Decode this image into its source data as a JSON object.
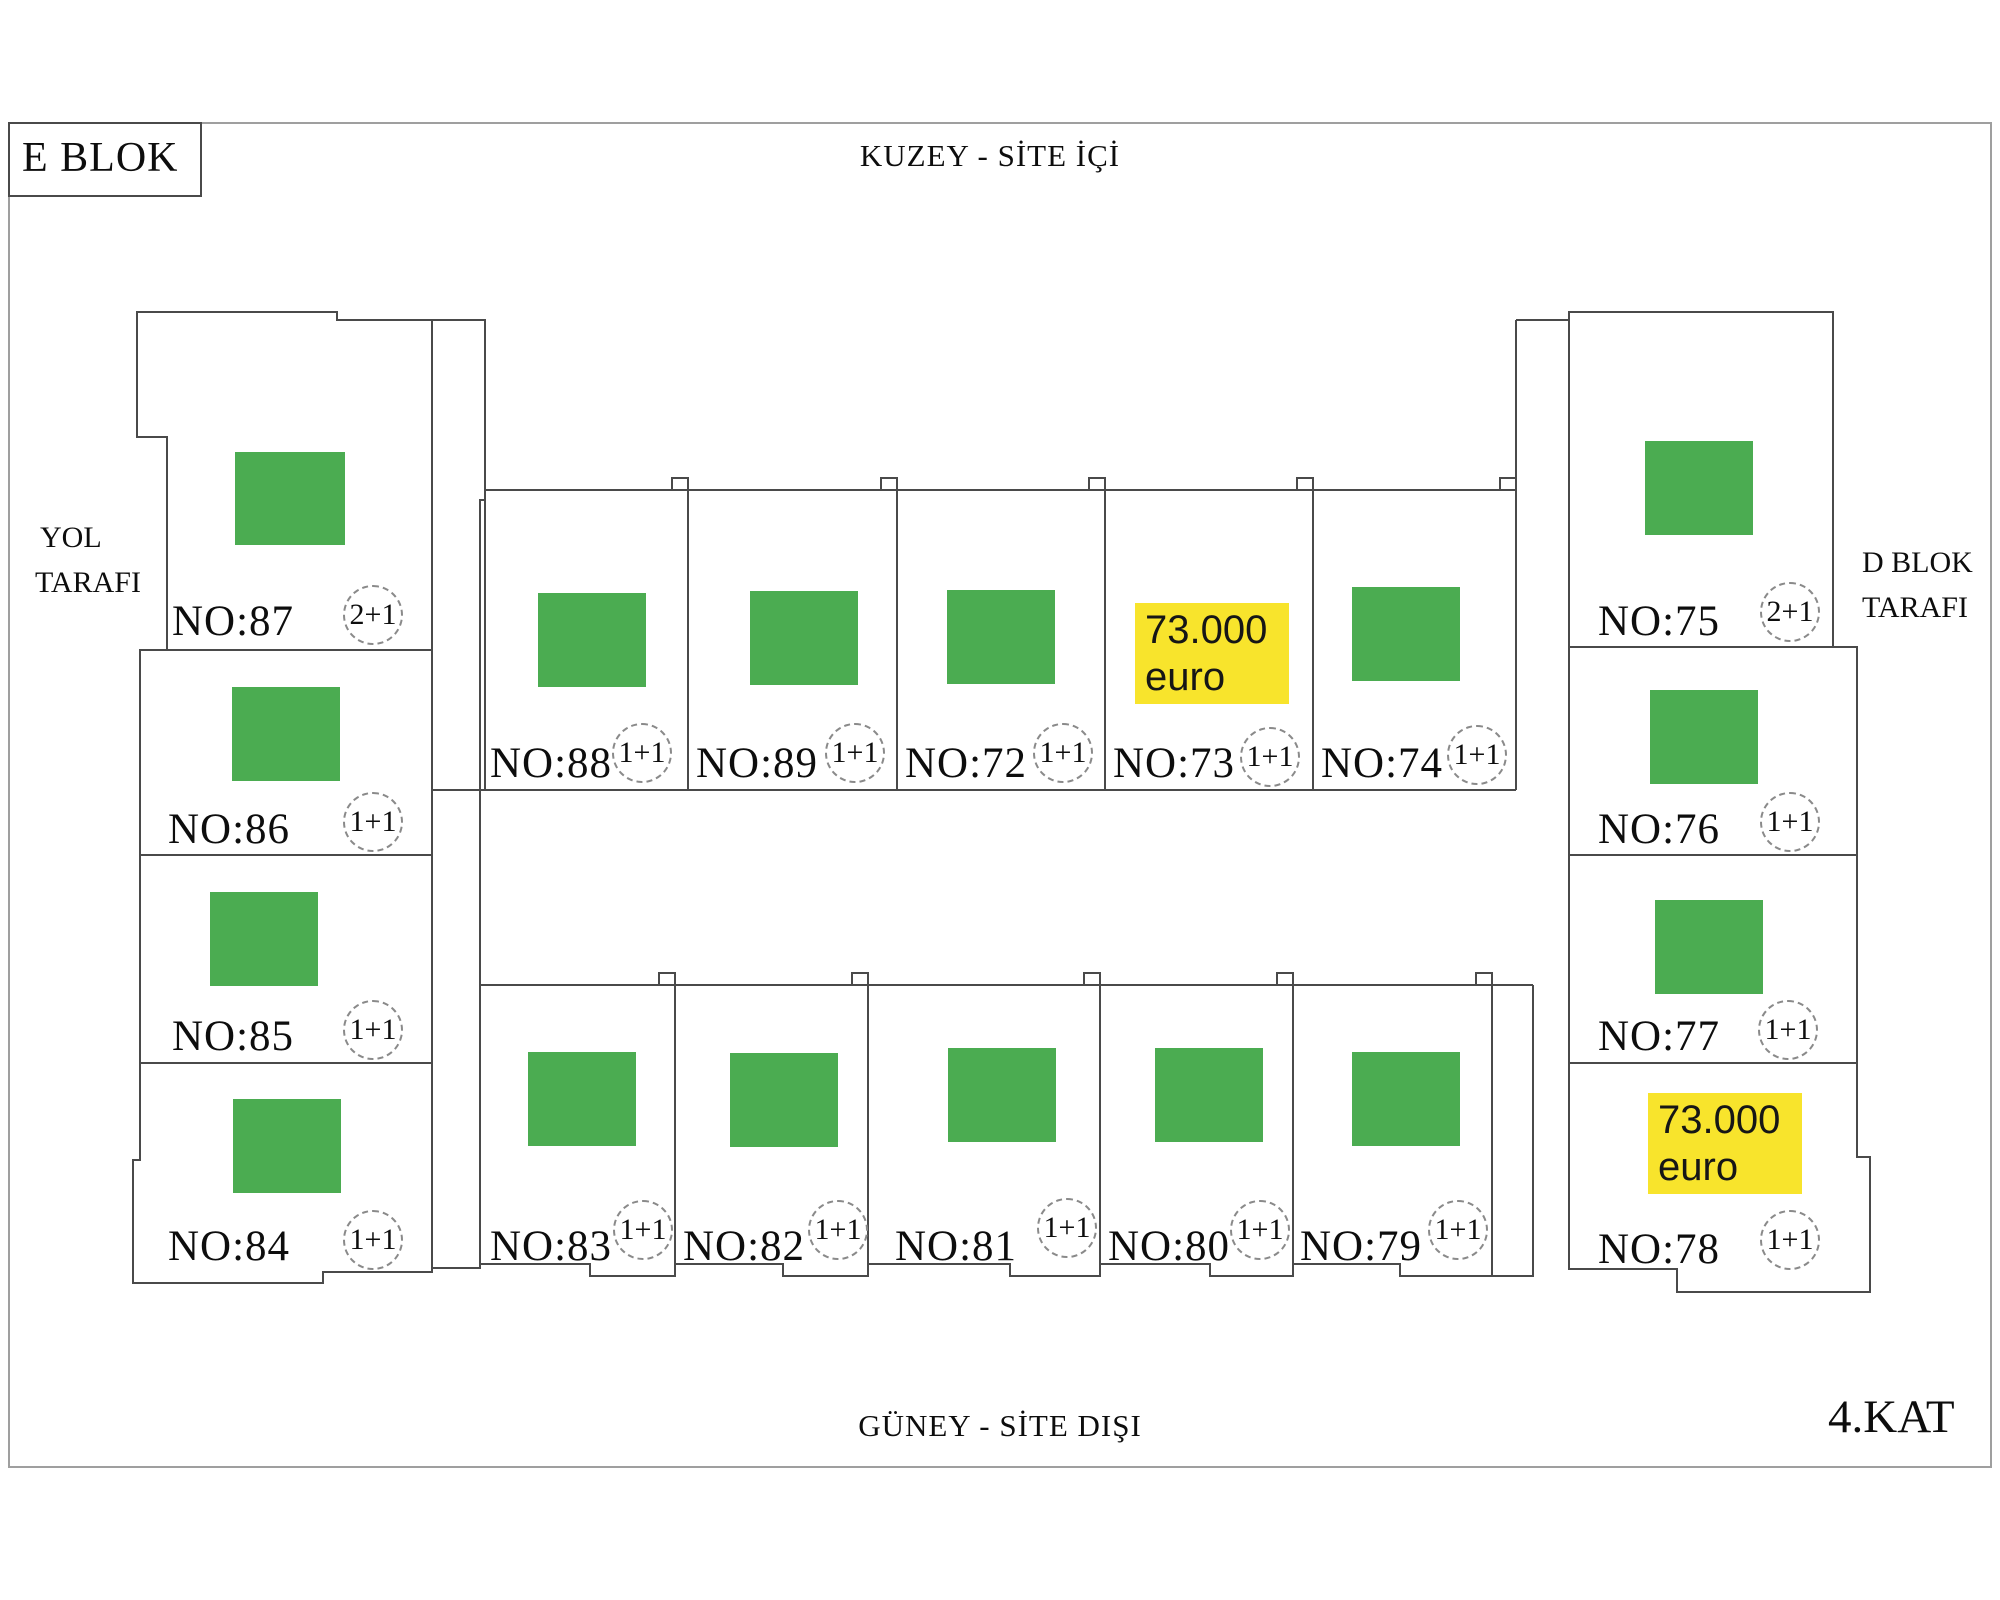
{
  "block_label": "E BLOK",
  "floor_label": "4.KAT",
  "compass": {
    "north_label": "KUZEY - SİTE İÇİ",
    "south_label": "GÜNEY - SİTE DIŞI",
    "west_label_line1": "YOL",
    "west_label_line2": "TARAFI",
    "east_label_line1": "D BLOK",
    "east_label_line2": "TARAFI"
  },
  "colors": {
    "available_marker_green": "#4BAC51",
    "price_tag_yellow": "#F8E42C",
    "wall_line": "#4a4a4a"
  },
  "units": [
    {
      "no": "NO:87",
      "type": "2+1",
      "status": "available"
    },
    {
      "no": "NO:86",
      "type": "1+1",
      "status": "available"
    },
    {
      "no": "NO:85",
      "type": "1+1",
      "status": "available"
    },
    {
      "no": "NO:84",
      "type": "1+1",
      "status": "available"
    },
    {
      "no": "NO:88",
      "type": "1+1",
      "status": "available"
    },
    {
      "no": "NO:89",
      "type": "1+1",
      "status": "available"
    },
    {
      "no": "NO:72",
      "type": "1+1",
      "status": "available"
    },
    {
      "no": "NO:73",
      "type": "1+1",
      "status": "priced",
      "price_line1": "73.000",
      "price_line2": "euro"
    },
    {
      "no": "NO:74",
      "type": "1+1",
      "status": "available"
    },
    {
      "no": "NO:83",
      "type": "1+1",
      "status": "available"
    },
    {
      "no": "NO:82",
      "type": "1+1",
      "status": "available"
    },
    {
      "no": "NO:81",
      "type": "1+1",
      "status": "available"
    },
    {
      "no": "NO:80",
      "type": "1+1",
      "status": "available"
    },
    {
      "no": "NO:79",
      "type": "1+1",
      "status": "available"
    },
    {
      "no": "NO:75",
      "type": "2+1",
      "status": "available"
    },
    {
      "no": "NO:76",
      "type": "1+1",
      "status": "available"
    },
    {
      "no": "NO:77",
      "type": "1+1",
      "status": "available"
    },
    {
      "no": "NO:78",
      "type": "1+1",
      "status": "priced",
      "price_line1": "73.000",
      "price_line2": "euro"
    }
  ]
}
